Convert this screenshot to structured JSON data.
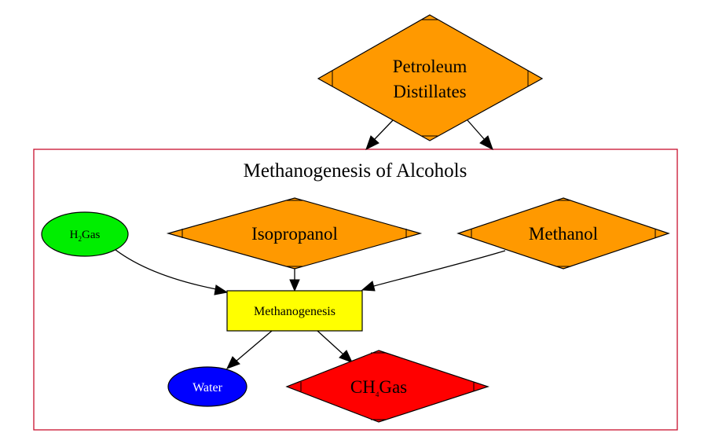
{
  "cluster": {
    "label": "Methanogenesis of Alcohols",
    "border_color": "#c8102e"
  },
  "nodes": {
    "petroleum": {
      "line1": "Petroleum",
      "line2": "Distillates",
      "fill": "#ff9900"
    },
    "isopropanol": {
      "label": "Isopropanol",
      "fill": "#ff9900"
    },
    "methanol": {
      "label": "Methanol",
      "fill": "#ff9900"
    },
    "h2gas": {
      "prefix": "H",
      "subscript": "2",
      "suffix": "Gas",
      "fill": "#00ee00"
    },
    "methanogenesis": {
      "label": "Methanogenesis",
      "fill": "#ffff00"
    },
    "water": {
      "label": "Water",
      "fill": "#0000ff",
      "text_color": "#ffffff"
    },
    "ch4gas": {
      "prefix": "CH",
      "subscript": "4",
      "suffix": "Gas",
      "fill": "#ff0000"
    }
  },
  "edges": [
    {
      "from": "Petroleum Distillates",
      "to": "Methanogenesis of Alcohols"
    },
    {
      "from": "Petroleum Distillates",
      "to": "Methanogenesis of Alcohols"
    },
    {
      "from": "H2 Gas",
      "to": "Methanogenesis"
    },
    {
      "from": "Isopropanol",
      "to": "Methanogenesis"
    },
    {
      "from": "Methanol",
      "to": "Methanogenesis"
    },
    {
      "from": "Methanogenesis",
      "to": "Water"
    },
    {
      "from": "Methanogenesis",
      "to": "CH4 Gas"
    }
  ]
}
